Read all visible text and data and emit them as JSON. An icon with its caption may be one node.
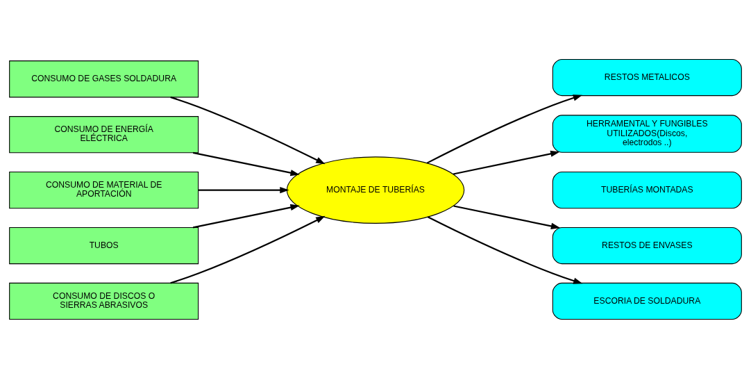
{
  "diagram": {
    "nodes": [
      {
        "text": [
          "CONSUMO DE GASES SOLDADURA"
        ]
      },
      {
        "text": [
          "CONSUMO DE ENERGÍA ELÉCTRICA"
        ]
      },
      {
        "text": [
          "CONSUMO DE MATERIAL DE APORTACIÓN"
        ]
      },
      {
        "text": [
          "TUBOS"
        ]
      },
      {
        "text": [
          "CONSUMO DE DISCOS O SIERRAS ABRASIVOS"
        ]
      },
      {
        "text": [
          "MONTAJE DE TUBERÍAS"
        ]
      },
      {
        "text": [
          "RESTOS METALICOS"
        ]
      },
      {
        "text": [
          "HERRAMENTAL Y FUNGIBLES UTILIZADOS(Discos, electrodos ..)"
        ]
      },
      {
        "text": [
          "TUBERÍAS MONTADAS"
        ]
      },
      {
        "text": [
          "RESTOS DE ENVASES"
        ]
      },
      {
        "text": [
          "ESCORIA DE SOLDADURA"
        ]
      }
    ],
    "edges": [
      {
        "from": 0,
        "to": 5,
        "arrow": "to"
      },
      {
        "from": 1,
        "to": 5,
        "arrow": "to"
      },
      {
        "from": 2,
        "to": 5,
        "arrow": "to"
      },
      {
        "from": 3,
        "to": 5,
        "arrow": "to"
      },
      {
        "from": 4,
        "to": 5,
        "arrow": "to"
      },
      {
        "from": 5,
        "to": 6,
        "arrow": "to"
      },
      {
        "from": 5,
        "to": 7,
        "arrow": "to"
      },
      {
        "from": 5,
        "to": 9,
        "arrow": "to"
      },
      {
        "from": 5,
        "to": 10,
        "arrow": "to"
      }
    ]
  }
}
